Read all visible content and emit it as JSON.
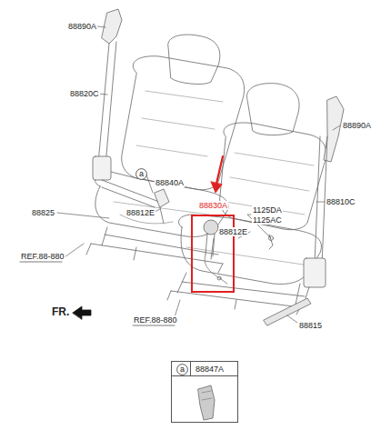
{
  "diagram": {
    "nodes": [
      {
        "text": [
          "a"
        ]
      },
      {
        "text": [
          "88830A"
        ]
      },
      {
        "text": [
          "88847A"
        ]
      },
      {
        "text": [
          "a"
        ],
        "in": 2
      }
    ],
    "labels": [
      "88890A",
      "88820C",
      "88840A",
      "88825",
      "88812E",
      "REF.88-880",
      "88812E",
      "1125DA",
      "1125AC",
      "88810C",
      "88890A",
      "FR.",
      "REF.88-880",
      "88815"
    ]
  }
}
